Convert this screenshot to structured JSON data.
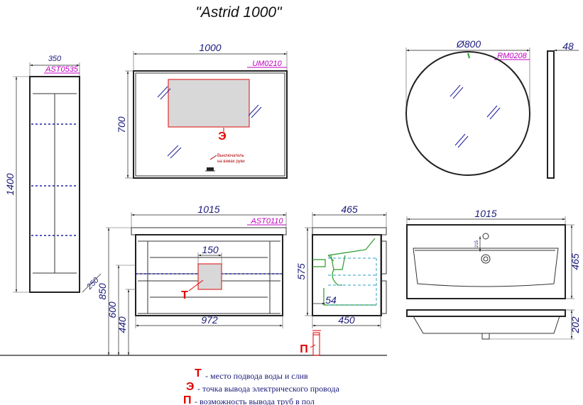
{
  "title": "\"Astrid 1000\"",
  "cabinet": {
    "width": "350",
    "code": "AST0535",
    "height": "1400",
    "depth": "250"
  },
  "mirror_rect": {
    "width": "1000",
    "code": "UM0210",
    "height": "700",
    "switch_note_line1": "Выключатель",
    "switch_note_line2": "на взмах руки"
  },
  "mirror_round": {
    "diameter": "Ø800",
    "code": "RM0208",
    "thickness": "48"
  },
  "vanity": {
    "width": "1015",
    "code": "AST0110",
    "opening_width": "150",
    "inner_width": "972",
    "height_850": "850",
    "height_600": "600",
    "height_440": "440"
  },
  "vanity_side": {
    "depth": "465",
    "height": "575",
    "siphon_offset": "54",
    "bottom_depth": "450"
  },
  "basin_top": {
    "width": "1015",
    "depth": "465",
    "tap_offset": "215"
  },
  "basin_side": {
    "height": "202"
  },
  "markers": {
    "t": "Т",
    "e": "Э",
    "p": "П"
  },
  "legend": [
    {
      "key": "Т",
      "text": "- место подвода воды и слив"
    },
    {
      "key": "Э",
      "text": "- точка вывода электрического провода"
    },
    {
      "key": "П",
      "text": "- возможность вывода труб в пол"
    }
  ]
}
